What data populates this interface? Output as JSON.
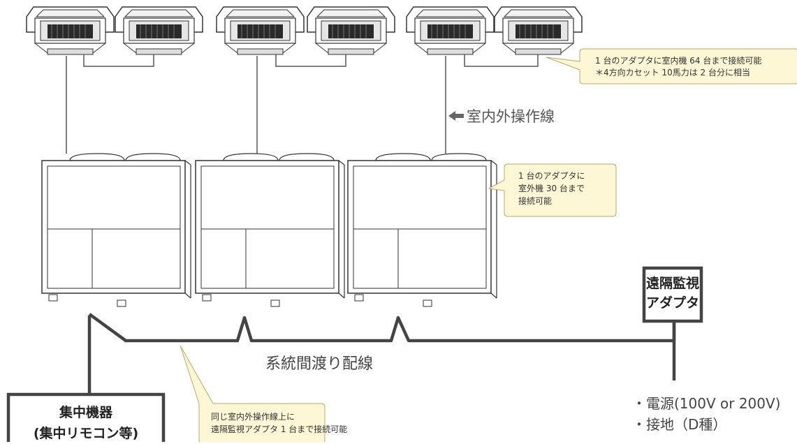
{
  "callouts": {
    "indoor": {
      "line1": "1 台のアダプタに室内機 64 台まで接続可能",
      "line2": "＊4方向カセット 10馬力は 2 台分に相当"
    },
    "outdoor": {
      "line1": "1 台のアダプタに",
      "line2": "室外機 30 台まで",
      "line3": "接続可能"
    },
    "same_line": {
      "line1": "同じ室内外操作線上に",
      "line2": "遠隔監視アダプタ 1 台まで接続可能"
    }
  },
  "labels": {
    "operation_line": "室内外操作線",
    "transfer_wiring": "系統間渡り配線",
    "power": "・電源(100V or 200V)",
    "ground": "・接地（D種）"
  },
  "boxes": {
    "adapter": {
      "line1": "遠隔監視",
      "line2": "アダプタ"
    },
    "central": {
      "line1": "集中機器",
      "line2": "(集中リモコン等)"
    }
  },
  "icons": {
    "indoor_unit": "ceiling-cassette-icon",
    "outdoor_unit": "outdoor-unit-icon",
    "arrow": "left-arrow-icon"
  },
  "colors": {
    "callout_fill": "#fdf7d6",
    "callout_stroke": "#b8a870",
    "line": "#444444",
    "unit_stroke": "#333333"
  }
}
